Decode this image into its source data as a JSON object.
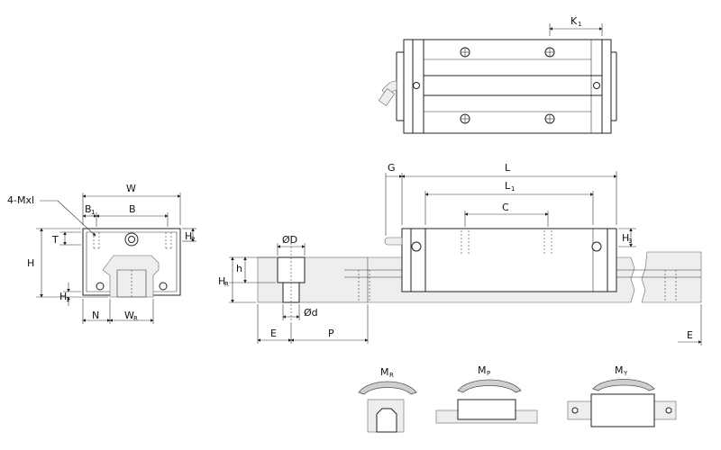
{
  "labels": {
    "K1": "K",
    "K1_sub": "1",
    "W": "W",
    "B1": "B",
    "B1_sub": "1",
    "B": "B",
    "M": "4-Mxl",
    "T": "T",
    "H2": "H",
    "H2_sub": "2",
    "H": "H",
    "H1": "H",
    "H1_sub": "1",
    "N": "N",
    "WR": "W",
    "WR_sub": "R",
    "G": "G",
    "L": "L",
    "L1": "L",
    "L1_sub": "1",
    "C": "C",
    "H3": "H",
    "H3_sub": "3",
    "OD": "ØD",
    "h": "h",
    "HR": "H",
    "HR_sub": "R",
    "Od": "Ød",
    "E": "E",
    "P": "P",
    "E2": "E",
    "MR": "M",
    "MR_sub": "R",
    "MP": "M",
    "MP_sub": "P",
    "MY": "M",
    "MY_sub": "Y"
  }
}
